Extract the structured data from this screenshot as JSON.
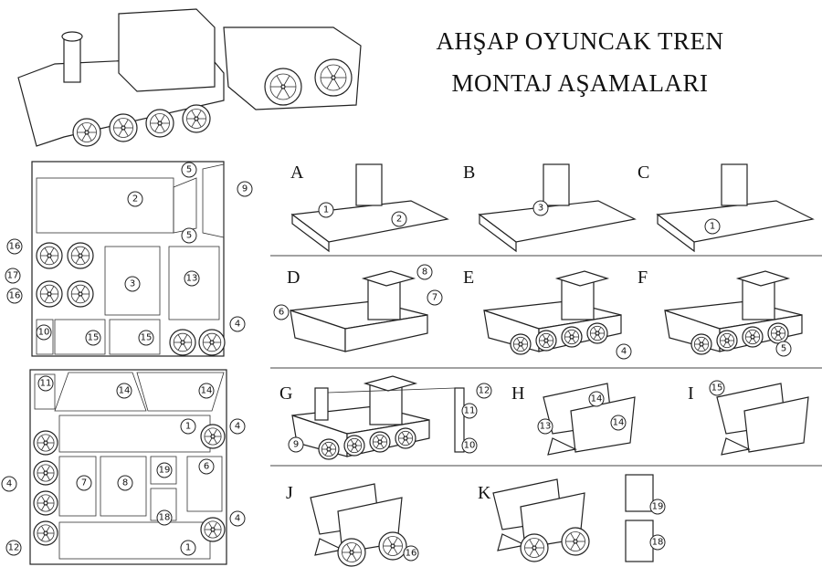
{
  "title": {
    "line1": "AHŞAP OYUNCAK TREN",
    "line2": "MONTAJ AŞAMALARI"
  },
  "steps": [
    "A",
    "B",
    "C",
    "D",
    "E",
    "F",
    "G",
    "H",
    "I",
    "J",
    "K"
  ],
  "callouts": {
    "sheet1": [
      "5",
      "9",
      "2",
      "5",
      "16",
      "17",
      "16",
      "3",
      "13",
      "10",
      "15",
      "15",
      "4"
    ],
    "sheet2": [
      "11",
      "14",
      "14",
      "1",
      "4",
      "4",
      "7",
      "8",
      "19",
      "6",
      "18",
      "4",
      "12",
      "1"
    ],
    "A": [
      "1",
      "2"
    ],
    "B": [
      "3"
    ],
    "C": [
      "1"
    ],
    "D": [
      "8",
      "6",
      "7"
    ],
    "E": [
      "4"
    ],
    "F": [
      "5"
    ],
    "G": [
      "9",
      "12",
      "11",
      "10"
    ],
    "H": [
      "14",
      "13",
      "14"
    ],
    "I": [
      "15"
    ],
    "J": [
      "16"
    ],
    "K": [
      "19",
      "18"
    ]
  },
  "colors": {
    "ink": "#222222",
    "background": "#ffffff"
  }
}
